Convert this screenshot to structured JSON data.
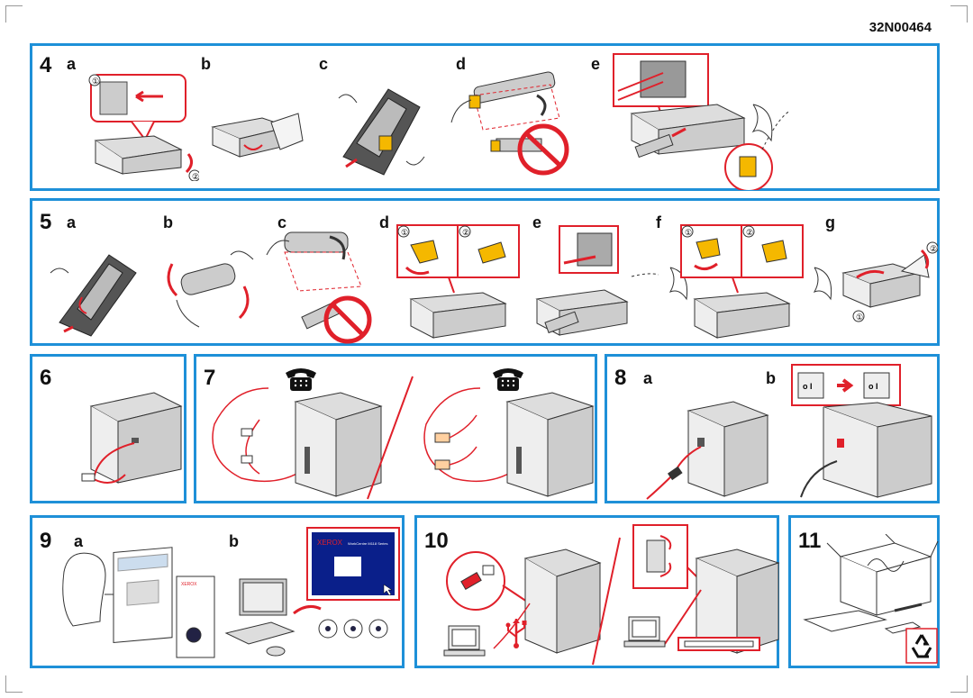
{
  "doc_id": "32N00464",
  "step4": {
    "num": "4",
    "labels": [
      "a",
      "b",
      "c",
      "d",
      "e"
    ],
    "callouts": [
      "①",
      "②"
    ]
  },
  "step5": {
    "num": "5",
    "labels": [
      "a",
      "b",
      "c",
      "d",
      "e",
      "f",
      "g"
    ],
    "callouts_d": [
      "①",
      "②"
    ],
    "callouts_f": [
      "①",
      "②"
    ],
    "callouts_g": [
      "②",
      "①"
    ]
  },
  "step6": {
    "num": "6"
  },
  "step7": {
    "num": "7"
  },
  "step8": {
    "num": "8",
    "labels": [
      "a",
      "b"
    ]
  },
  "step9": {
    "num": "9",
    "labels": [
      "a",
      "b"
    ],
    "brand": "XEROX",
    "screen_sub": "WorkCentre M118 Series"
  },
  "step10": {
    "num": "10"
  },
  "step11": {
    "num": "11"
  },
  "icons": [
    "telephone-icon",
    "usb-icon",
    "recycle-icon",
    "power-switch-icon",
    "cd-icon"
  ],
  "colors": {
    "frame": "#1e90d8",
    "accent": "#e0202a"
  }
}
